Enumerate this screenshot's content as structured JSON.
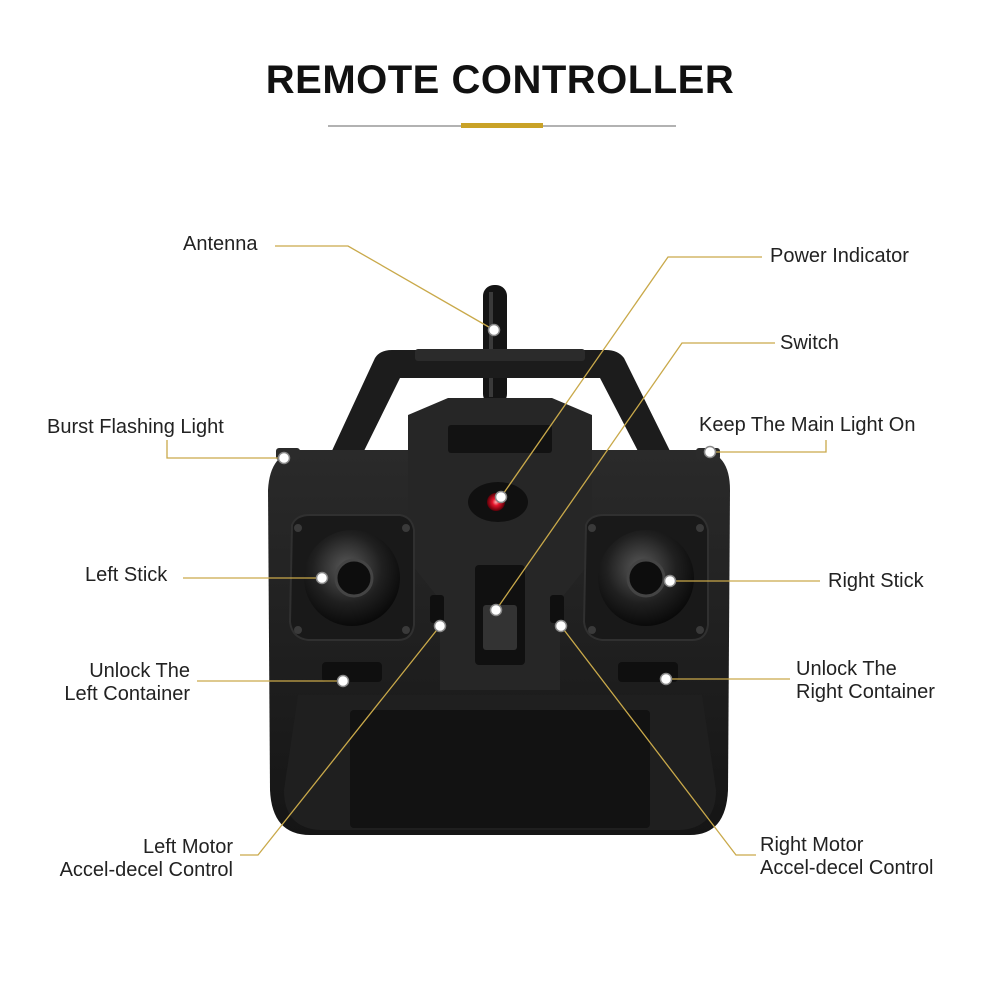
{
  "title": "REMOTE CONTROLLER",
  "colors": {
    "accent": "#c9a227",
    "divider": "#999999",
    "leader": "#c9a94a",
    "body": "#1b1b1b",
    "text": "#222222",
    "indicator": "#e3142a"
  },
  "labels": {
    "antenna": "Antenna",
    "power_indicator": "Power Indicator",
    "switch": "Switch",
    "burst_flashing_light": "Burst Flashing Light",
    "keep_main_light_on": "Keep The Main Light On",
    "left_stick": "Left Stick",
    "right_stick": "Right Stick",
    "unlock_left": [
      "Unlock The",
      "Left Container"
    ],
    "unlock_right": [
      "Unlock The",
      "Right Container"
    ],
    "left_motor": [
      "Left Motor",
      "Accel-decel Control"
    ],
    "right_motor": [
      "Right Motor",
      "Accel-decel Control"
    ]
  }
}
